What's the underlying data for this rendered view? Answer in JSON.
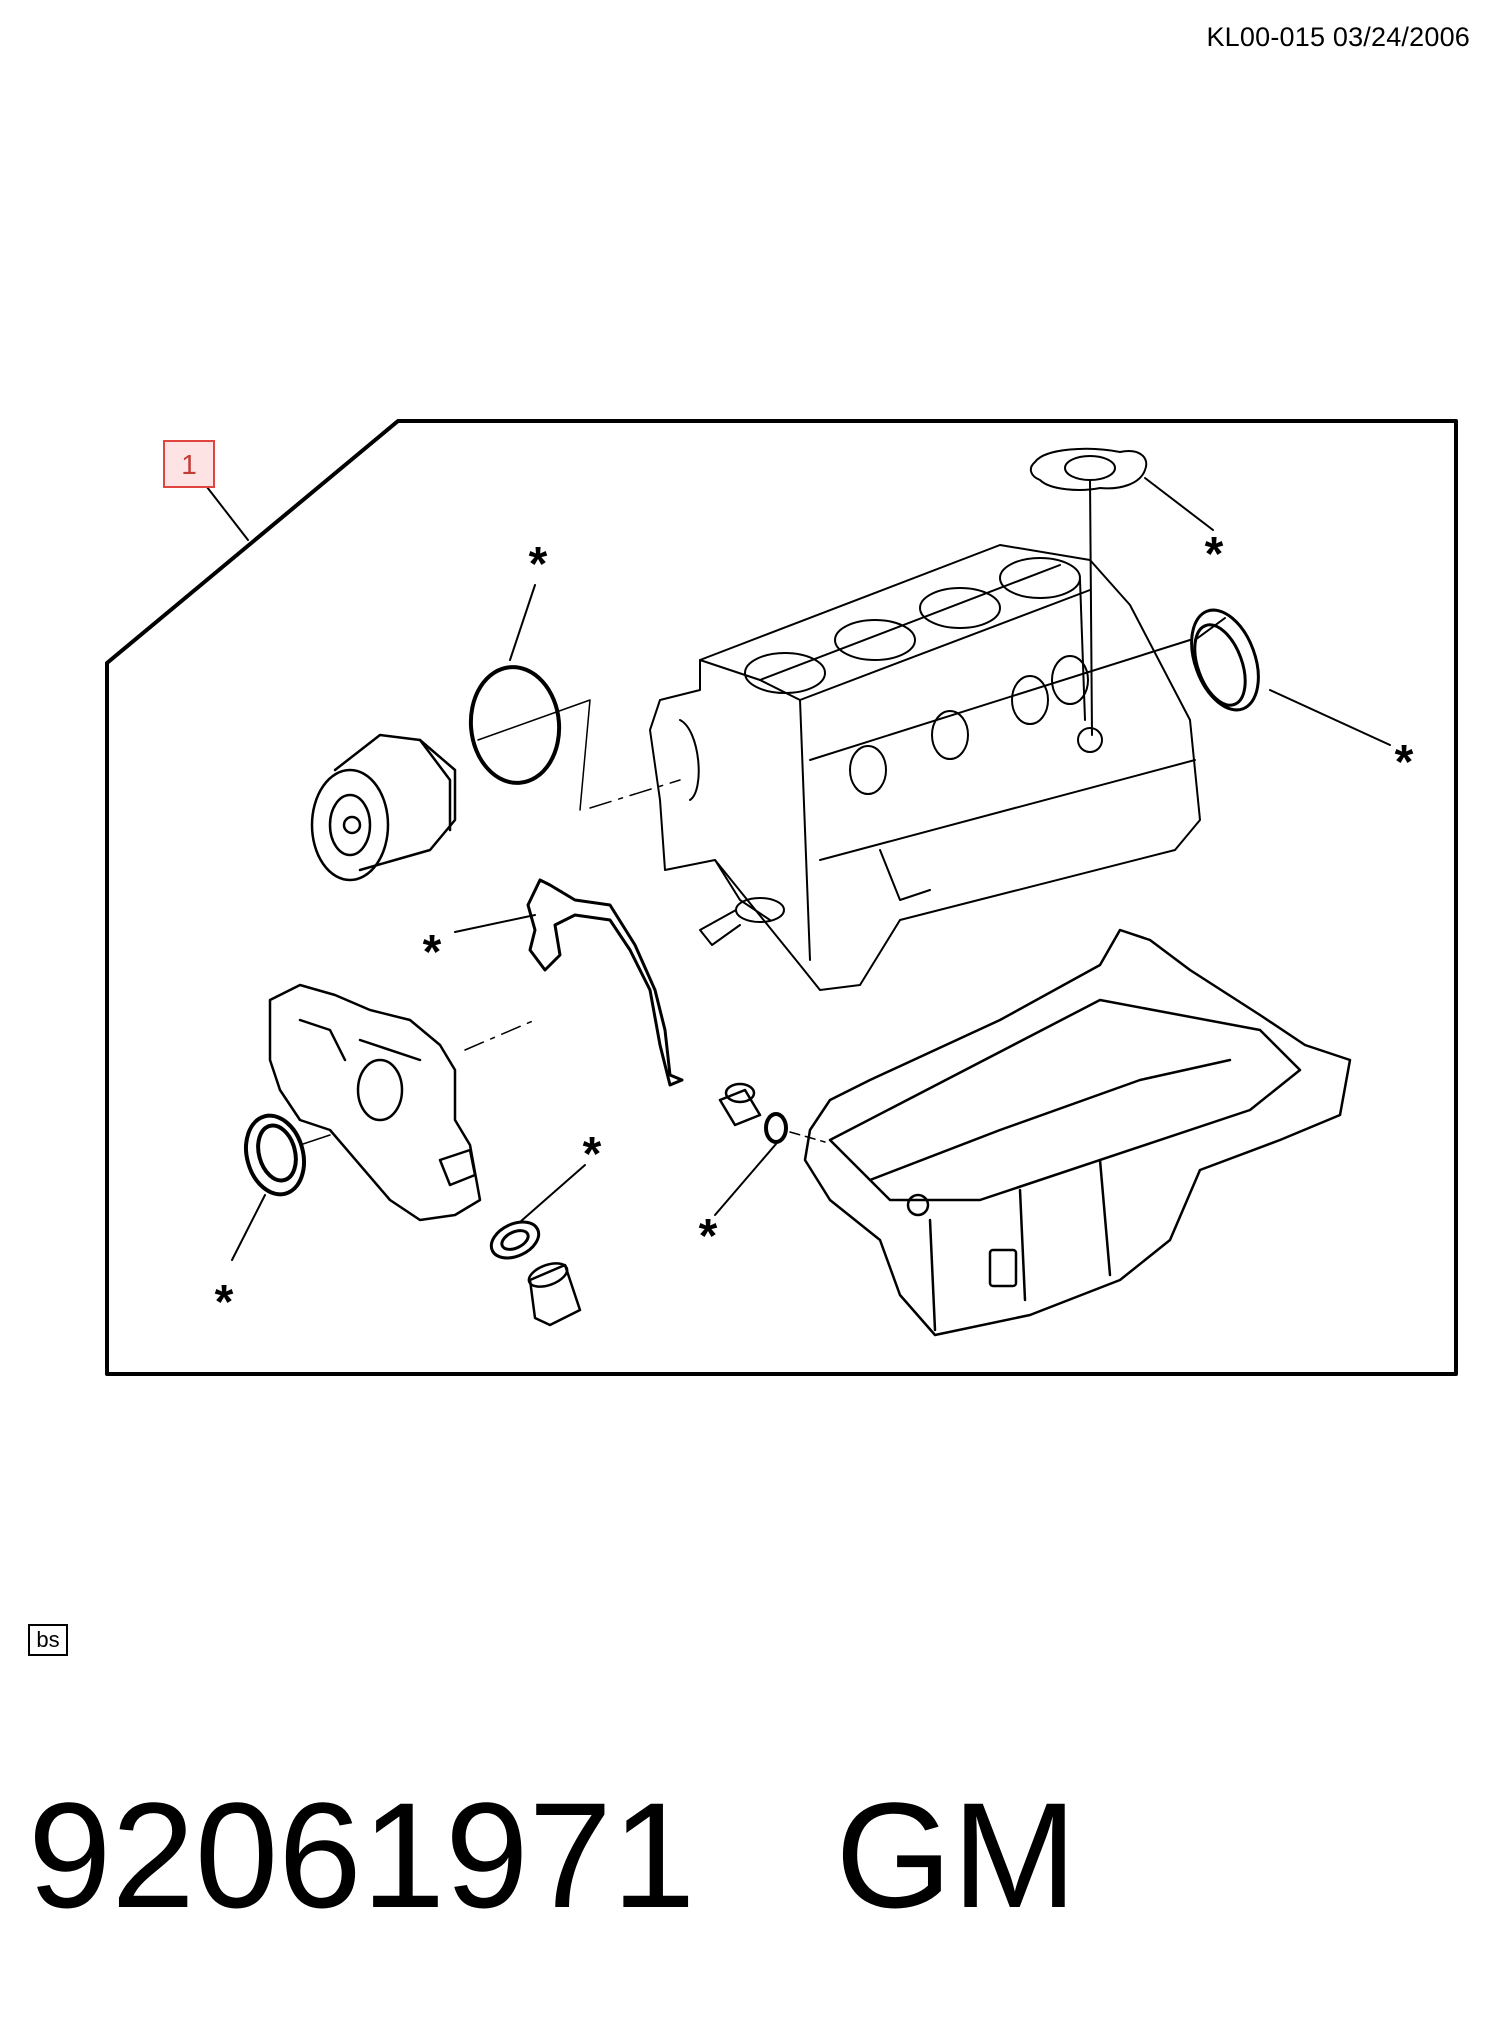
{
  "header": {
    "doc_id": "KL00-015  03/24/2006"
  },
  "diagram": {
    "callout_number": "1",
    "asterisk": "*"
  },
  "footer": {
    "bs_label": "bs",
    "part_number": "92061971",
    "brand": "GM"
  }
}
